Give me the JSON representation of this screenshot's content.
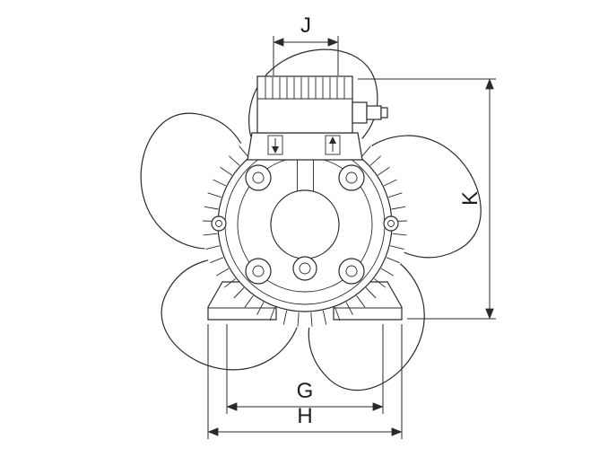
{
  "page": {
    "background": "#ffffff",
    "line_color": "#2a2a2a",
    "text_color": "#1c1c1c"
  },
  "dimensions": {
    "j": {
      "label": "J"
    },
    "k": {
      "label": "K"
    },
    "g": {
      "label": "G"
    },
    "h": {
      "label": "H"
    }
  }
}
